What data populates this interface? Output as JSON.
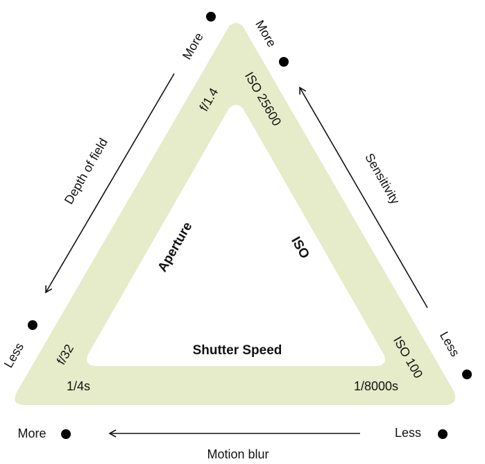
{
  "triangle": {
    "fill_color": "#e6ebc9",
    "sides": {
      "aperture": "Aperture",
      "iso": "ISO",
      "shutter": "Shutter Speed"
    },
    "values": {
      "aperture_top": "f/1.4",
      "aperture_bottom": "f/32",
      "iso_top": "ISO 25600",
      "iso_bottom": "ISO 100",
      "shutter_left": "1/4s",
      "shutter_right": "1/8000s"
    }
  },
  "axes": {
    "depth": {
      "label": "Depth of field",
      "start": "More",
      "end": "Less"
    },
    "sensitivity": {
      "label": "Sensitivity",
      "start": "Less",
      "end": "More"
    },
    "motion": {
      "label": "Motion blur",
      "start": "Less",
      "end": "More"
    }
  },
  "icons": [
    "sun-icon"
  ]
}
